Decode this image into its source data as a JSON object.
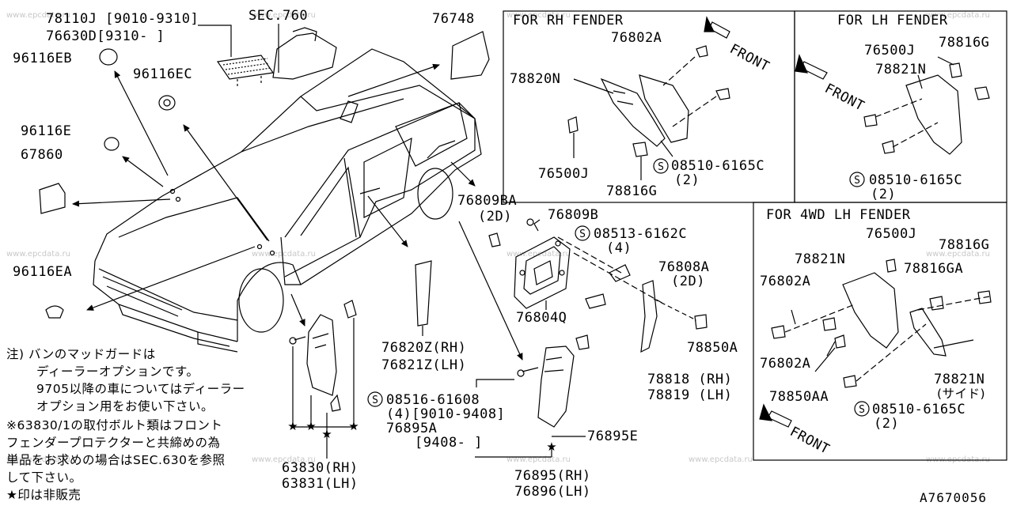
{
  "watermark": "www.epcdata.ru",
  "diagram_code": "A7670056",
  "panels": {
    "rh_fender": "FOR RH FENDER",
    "lh_fender": "FOR LH FENDER",
    "wd4_lh_fender": "FOR 4WD LH FENDER"
  },
  "front_label": "FRONT",
  "main_labels": {
    "p78110j": "78110J [9010-9310]",
    "p76630d": "76630D[9310-    ]",
    "sec760": "SEC.760",
    "p96116eb": "96116EB",
    "p96116ec": "96116EC",
    "p96116e": "96116E",
    "p67860": "67860",
    "p76748": "76748",
    "p96116ea": "96116EA",
    "p76820z": "76820Z(RH)",
    "p76821z": "76821Z(LH)",
    "p08516": "08516-61608",
    "p08516q": "(4)[9010-9408]",
    "p76895a": "76895A",
    "p76895a_range": "[9408-    ]",
    "p76895e": "76895E",
    "p76895": "76895(RH)",
    "p76896": "76896(LH)",
    "p63830": "63830(RH)",
    "p63831": "63831(LH)",
    "p76809ba": "76809BA",
    "p76809ba_2d": "(2D)",
    "p76809b": "76809B",
    "p08513": "08513-6162C",
    "p08513q": "(4)",
    "p76808a": "76808A",
    "p76808a_2d": "(2D)",
    "p76804q": "76804Q",
    "p78850a": "78850A",
    "p78818": "78818 (RH)",
    "p78819": "78819 (LH)"
  },
  "rh_labels": {
    "p76802a": "76802A",
    "p78820n": "78820N",
    "p76500j": "76500J",
    "p78816g": "78816G",
    "p08510": "08510-6165C",
    "p08510q": "(2)"
  },
  "lh_labels": {
    "p76500j": "76500J",
    "p78816g": "78816G",
    "p78821n": "78821N",
    "p08510": "08510-6165C",
    "p08510q": "(2)"
  },
  "wd4_labels": {
    "p76500j": "76500J",
    "p78816g": "78816G",
    "p78821n": "78821N",
    "p78816ga": "78816GA",
    "p76802a_top": "76802A",
    "p76802a_bot": "76802A",
    "p78821n_side": "78821N",
    "p78821n_side2": "(サイド)",
    "p78850aa": "78850AA",
    "p08510": "08510-6165C",
    "p08510q": "(2)"
  },
  "notes": {
    "n1": "注) バンのマッドガードは",
    "n2": "ディーラーオプションです。",
    "n3": "9705以降の車についてはディーラー",
    "n4": "オプション用をお使い下さい。",
    "n5": "※63830/1の取付ボルト類はフロント",
    "n6": "フェンダープロテクターと共締めの為",
    "n7": "単品をお求めの場合はSEC.630を参照",
    "n8": "して下さい。",
    "n9": "★印は非販売"
  }
}
